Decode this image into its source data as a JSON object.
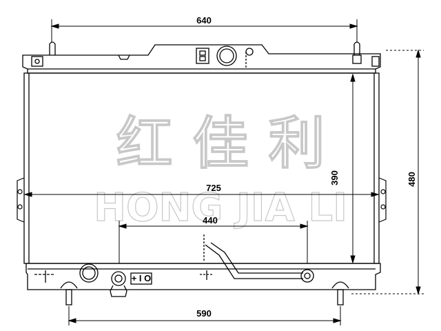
{
  "dimensions": {
    "top_width": "640",
    "core_width": "725",
    "inner_width": "440",
    "core_height": "390",
    "overall_height": "480",
    "bottom_width": "590"
  },
  "watermark": {
    "chinese": "红 佳 利",
    "latin": "HONG JIA LI"
  },
  "labels": {
    "drain_marker": "+ I O"
  },
  "colors": {
    "line": "#000000",
    "watermark_outline": "#c8c8c8"
  }
}
